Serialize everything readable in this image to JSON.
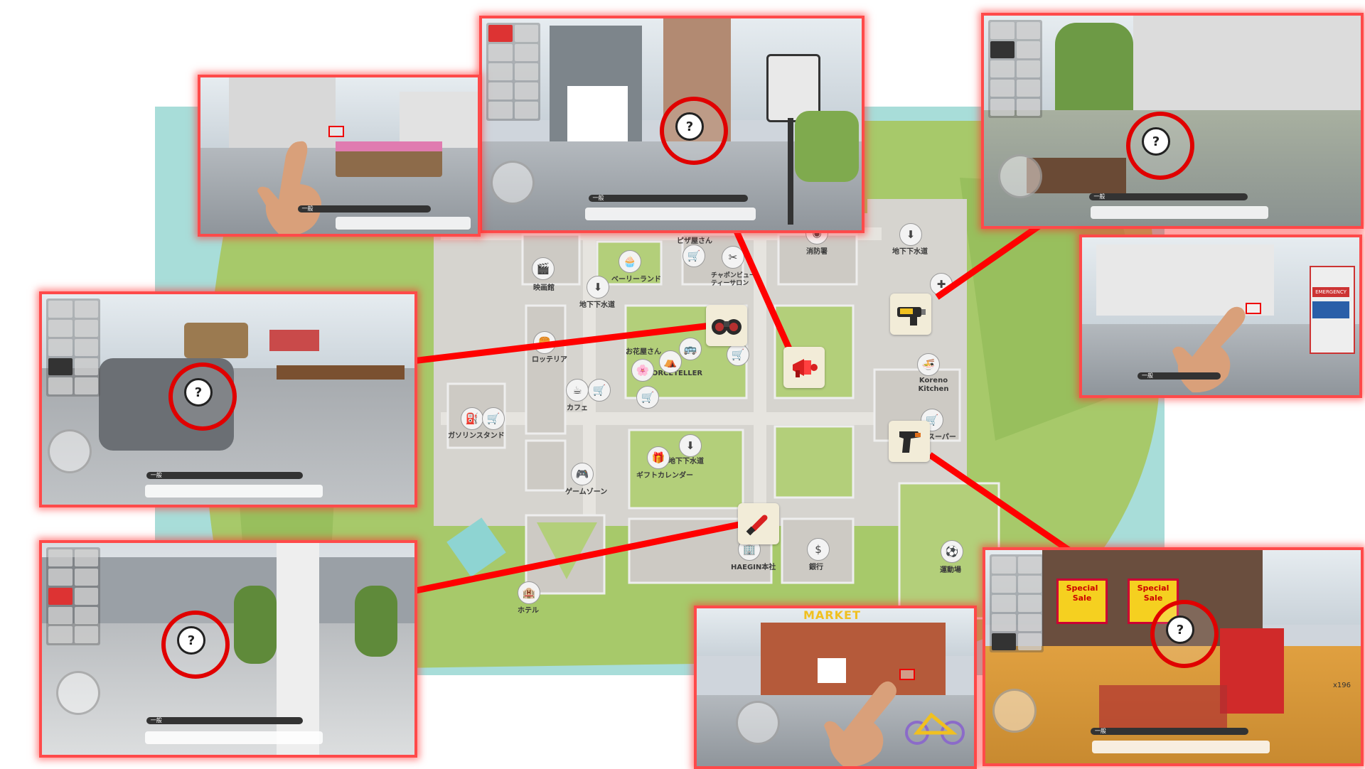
{
  "map": {
    "labels": {
      "eiga": "映画館",
      "bakery": "ベーリーランド",
      "pizza": "ピザ屋さん",
      "salon": "チャポンビューティーサロン",
      "fire": "消防署",
      "subway1": "地下下水道",
      "subway2": "地下下水道",
      "subway3": "地下下水道",
      "lottery": "ロッテリア",
      "flower": "お花屋さん",
      "forceteller": "FORCETELLER",
      "cafe": "カフェ",
      "gas": "ガソリンスタンド",
      "gift": "ギフトカレンダー",
      "game": "ゲームゾーン",
      "koreno": "Koreno Kitchen",
      "super": "スーパー",
      "haegin": "HAEGIN本社",
      "bank": "銀行",
      "sports": "運動場",
      "hotel": "ホテル"
    }
  },
  "screenshots": {
    "hud_label": "一般",
    "market_sign": "MARKET",
    "sale1": "Special Sale",
    "sale2": "Special Sale",
    "coin_count": "x196",
    "hospital_sign": "EMERGENCY"
  },
  "icons": {
    "balloon": "speech-balloon-question",
    "items": [
      "megaphone",
      "binoculars",
      "taser",
      "stun-gun",
      "flare-stick"
    ]
  },
  "colors": {
    "highlight": "#ff2a2a",
    "connector": "#ff0000",
    "map_grass": "#a7c96a",
    "map_water": "#a8ddd9"
  }
}
